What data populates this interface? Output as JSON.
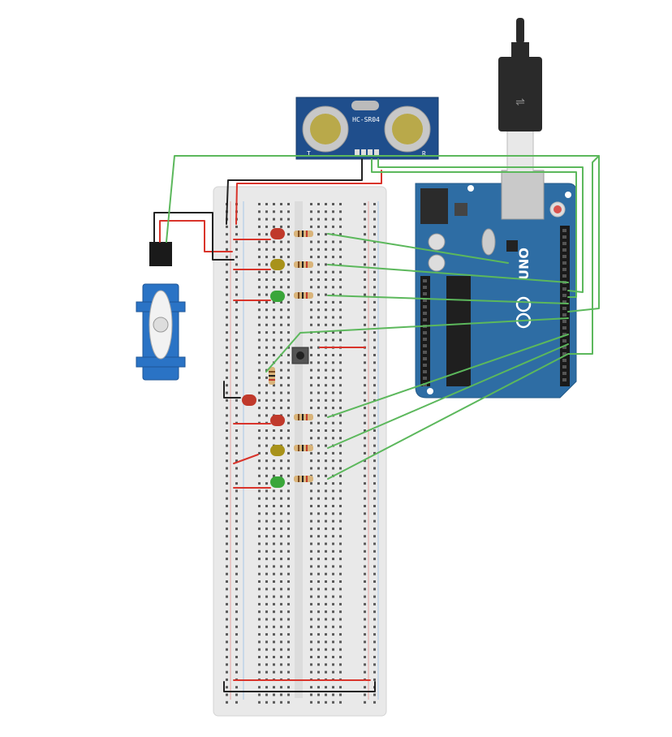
{
  "sensor": {
    "model": "HC-SR04",
    "pin_t": "T",
    "pin_r": "R"
  },
  "arduino": {
    "model": "UNO"
  },
  "colors": {
    "breadboard": "#e9e9e9",
    "breadboard_edge": "#d4d4d4",
    "arduino_board": "#2e6da4",
    "sensor_board": "#1f4e8c",
    "wire_green": "#5cb85c",
    "wire_red": "#d9342b",
    "wire_black": "#222222",
    "servo": "#2a73c5",
    "led_red": "#c0392b",
    "led_yellow": "#a8921a",
    "led_green": "#3aa63a"
  },
  "icons": [
    "usb-cable-icon",
    "ultrasonic-sensor-icon",
    "servo-motor-icon",
    "push-button-icon",
    "led-icon",
    "resistor-icon"
  ]
}
